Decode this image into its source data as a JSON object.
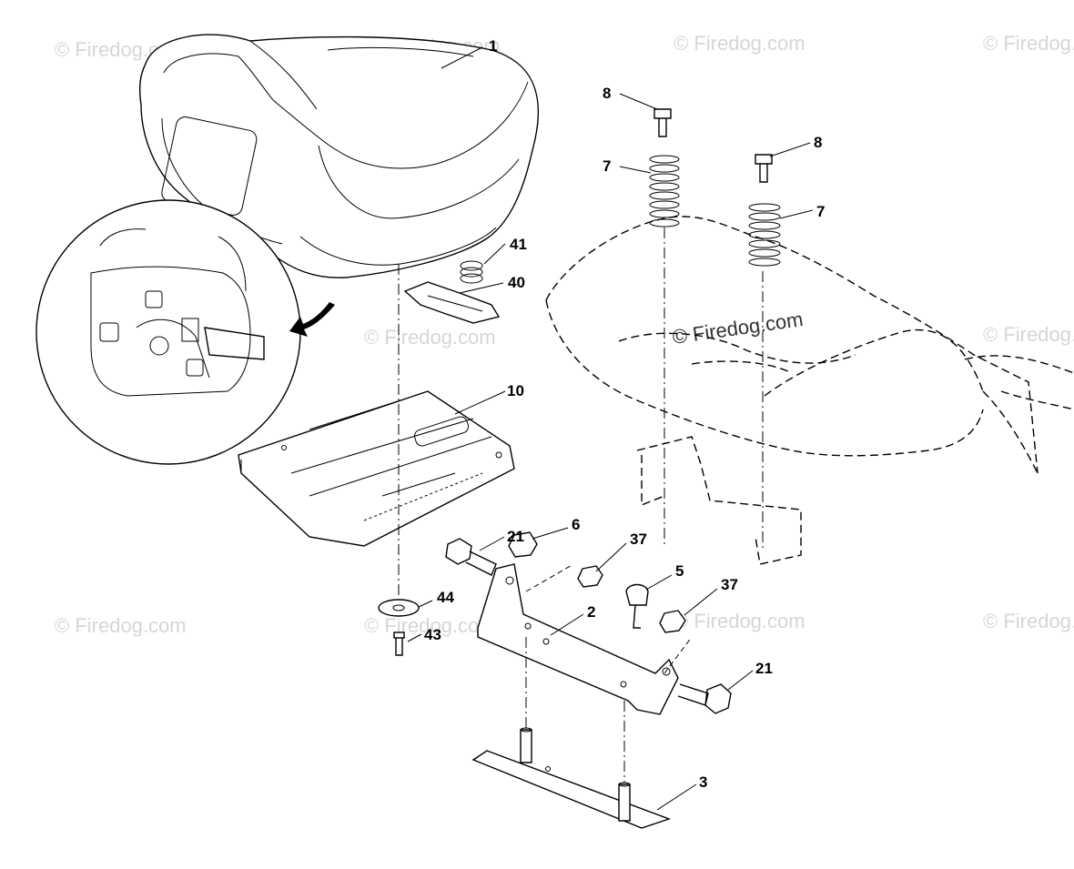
{
  "watermark": {
    "text": "© Firedog.com"
  },
  "parts": {
    "p1": "1",
    "p2": "2",
    "p3": "3",
    "p5": "5",
    "p6": "6",
    "p7a": "7",
    "p7b": "7",
    "p8a": "8",
    "p8b": "8",
    "p10": "10",
    "p21a": "21",
    "p21b": "21",
    "p37a": "37",
    "p37b": "37",
    "p40": "40",
    "p41": "41",
    "p43": "43",
    "p44": "44"
  }
}
